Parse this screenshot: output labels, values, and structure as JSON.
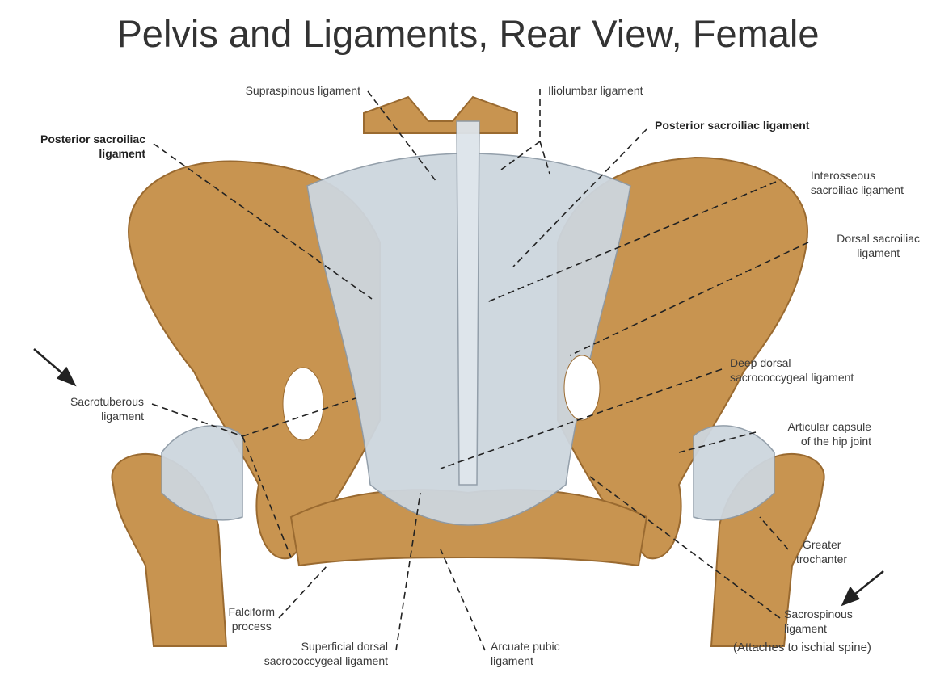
{
  "title": "Pelvis and Ligaments, Rear View, Female",
  "labels": {
    "supraspinous": "Supraspinous ligament",
    "iliolumbar": "Iliolumbar ligament",
    "posterior_left_1": "Posterior sacroiliac",
    "posterior_left_2": "ligament",
    "posterior_right": "Posterior sacroiliac ligament",
    "interosseous_1": "Interosseous",
    "interosseous_2": "sacroiliac ligament",
    "dorsal_si_1": "Dorsal sacroiliac",
    "dorsal_si_2": "ligament",
    "deep_dorsal_1": "Deep dorsal",
    "deep_dorsal_2": "sacrococcygeal ligament",
    "sacrotuberous_1": "Sacrotuberous",
    "sacrotuberous_2": "ligament",
    "articular_1": "Articular capsule",
    "articular_2": "of the hip joint",
    "trochanter_1": "Greater",
    "trochanter_2": "trochanter",
    "falciform_1": "Falciform",
    "falciform_2": "process",
    "superficial_1": "Superficial dorsal",
    "superficial_2": "sacrococcygeal ligament",
    "arcuate_1": "Arcuate pubic",
    "arcuate_2": "ligament",
    "sacrospinous_1": "Sacrospinous",
    "sacrospinous_2": "ligament",
    "sacrospinous_note": "(Attaches to ischial spine)"
  },
  "colors": {
    "bone": "#c89450",
    "bone_dark": "#9a6a30",
    "ligament": "#cdd6de",
    "ligament_dark": "#8e9aa6"
  }
}
